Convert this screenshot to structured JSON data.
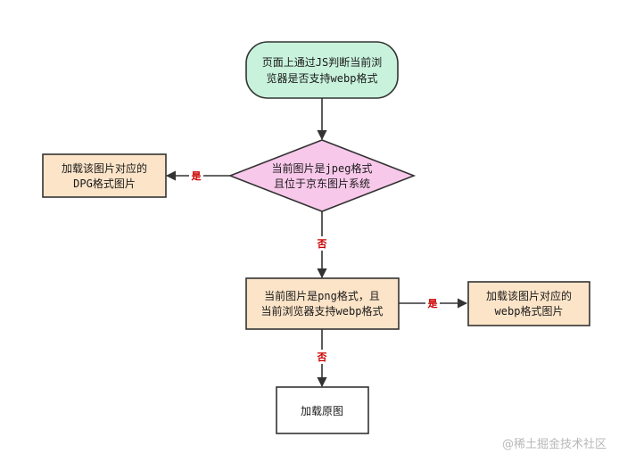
{
  "colors": {
    "start_fill": "#c8f2dc",
    "decision_fill": "#f8c8ea",
    "process_fill": "#fce4c8",
    "end_fill": "#ffffff",
    "stroke": "#333333",
    "edge_label": "#cc0000"
  },
  "nodes": {
    "start": {
      "line1": "页面上通过JS判断当前浏",
      "line2": "览器是否支持webp格式"
    },
    "decision_jpeg": {
      "line1": "当前图片是jpeg格式",
      "line2": "且位于京东图片系统"
    },
    "process_dpg": {
      "line1": "加载该图片对应的",
      "line2": "DPG格式图片"
    },
    "process_png": {
      "line1": "当前图片是png格式，且",
      "line2": "当前浏览器支持webp格式"
    },
    "process_webp": {
      "line1": "加载该图片对应的",
      "line2": "webp格式图片"
    },
    "end_original": {
      "line1": "加载原图"
    }
  },
  "edges": {
    "jpeg_yes": "是",
    "jpeg_no": "否",
    "png_yes": "是",
    "png_no": "否"
  },
  "watermark": "@稀土掘金技术社区"
}
